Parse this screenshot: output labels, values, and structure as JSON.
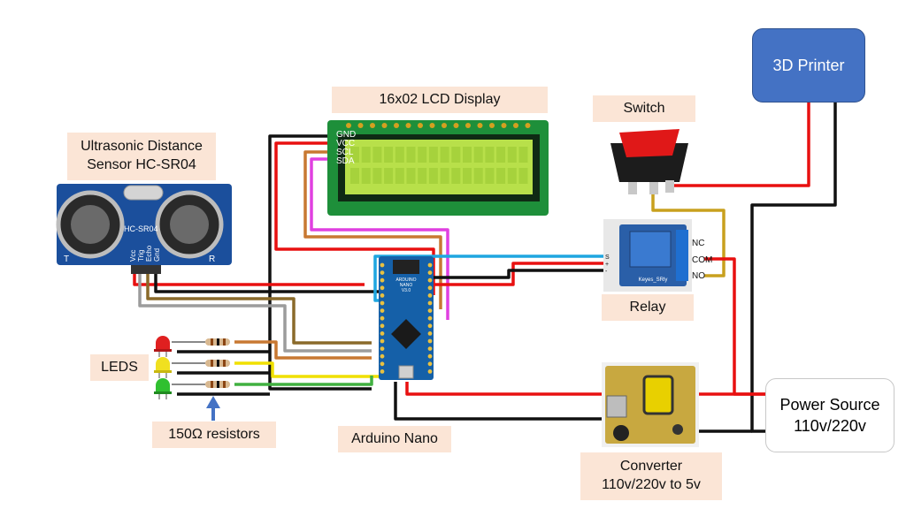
{
  "labels": {
    "lcd": "16x02 LCD Display",
    "switch": "Switch",
    "printer": "3D Printer",
    "sensor_line1": "Ultrasonic Distance",
    "sensor_line2": "Sensor HC-SR04",
    "relay": "Relay",
    "leds": "LEDS",
    "resistors": "150Ω resistors",
    "arduino": "Arduino Nano",
    "power_line1": "Power Source",
    "power_line2": "110v/220v",
    "converter_line1": "Converter",
    "converter_line2": "110v/220v to 5v"
  },
  "lcd_pins": [
    "GND",
    "VCC",
    "SCL",
    "SDA"
  ],
  "relay_pins": [
    "NC",
    "COM",
    "NO"
  ],
  "relay_side_pins": [
    "S",
    "+",
    "-"
  ],
  "sensor_pins": [
    "Vcc",
    "Trig",
    "Echo",
    "Gnd"
  ],
  "silk": {
    "sensor_model": "HC-SR04",
    "sensor_t": "T",
    "sensor_r": "R",
    "relay_brand": "Keyes_SRly",
    "nano_brand": "ARDUINO",
    "nano_model": "NANO",
    "nano_version": "V3.0"
  },
  "colors": {
    "wire_red": "#e81010",
    "wire_black": "#111111",
    "wire_blue": "#1fa6e0",
    "wire_gold": "#c8a01e",
    "wire_orange": "#c87832",
    "wire_magenta": "#e040e0",
    "wire_gray": "#9c9c9c",
    "wire_yellow": "#f0e000",
    "wire_green": "#40b040",
    "lcd_board": "#1e8f3a",
    "lcd_screen": "#b8e04a",
    "nano_board": "#1560a8",
    "relay_board": "#2a5fa8",
    "label_bg": "#fbe5d6",
    "printer_blue": "#4472c4"
  }
}
